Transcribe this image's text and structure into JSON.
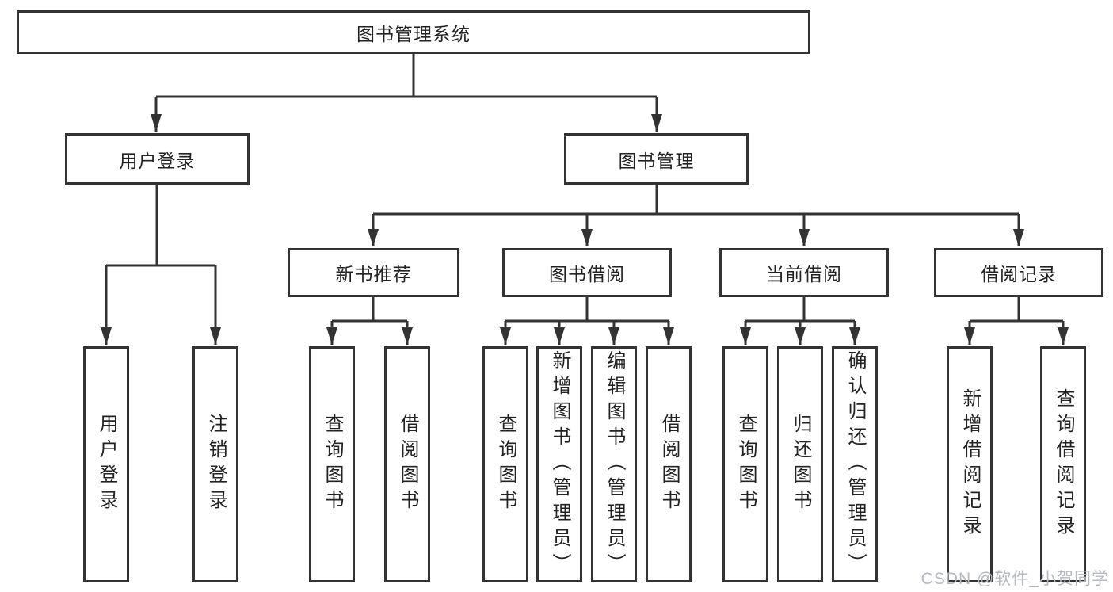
{
  "tree": {
    "root": {
      "label": "图书管理系统"
    },
    "level2": [
      {
        "label": "用户登录"
      },
      {
        "label": "图书管理"
      }
    ],
    "level3": [
      {
        "label": "新书推荐",
        "parent": "图书管理"
      },
      {
        "label": "图书借阅",
        "parent": "图书管理"
      },
      {
        "label": "当前借阅",
        "parent": "图书管理"
      },
      {
        "label": "借阅记录",
        "parent": "图书管理"
      }
    ],
    "leaves": [
      {
        "label": "用户登录",
        "parent": "用户登录"
      },
      {
        "label": "注销登录",
        "parent": "用户登录"
      },
      {
        "label": "查询图书",
        "parent": "新书推荐"
      },
      {
        "label": "借阅图书",
        "parent": "新书推荐"
      },
      {
        "label": "查询图书",
        "parent": "图书借阅"
      },
      {
        "label": "新增图书（管理员）",
        "parent": "图书借阅"
      },
      {
        "label": "编辑图书（管理员）",
        "parent": "图书借阅"
      },
      {
        "label": "借阅图书",
        "parent": "图书借阅"
      },
      {
        "label": "查询图书",
        "parent": "当前借阅"
      },
      {
        "label": "归还图书",
        "parent": "当前借阅"
      },
      {
        "label": "确认归还（管理员）",
        "parent": "当前借阅"
      },
      {
        "label": "新增借阅记录",
        "parent": "借阅记录"
      },
      {
        "label": "查询借阅记录",
        "parent": "借阅记录"
      }
    ]
  },
  "watermark": "CSDN @软件_小贺同学",
  "colors": {
    "line": "#333333",
    "text": "#222222",
    "background": "#ffffff",
    "watermark": "#b6b9bf"
  }
}
